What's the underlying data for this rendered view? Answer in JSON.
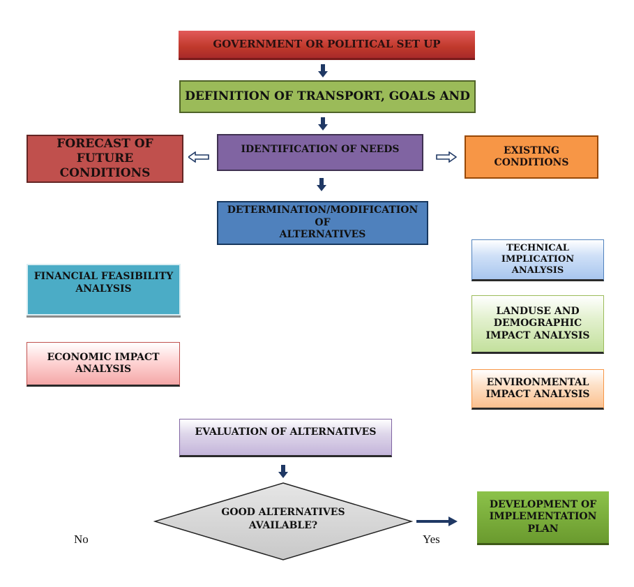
{
  "nodes": {
    "government": {
      "lines": [
        "GOVERNMENT OR POLITICAL SET UP"
      ]
    },
    "definition": {
      "lines": [
        "DEFINITION OF TRANSPORT, GOALS AND"
      ]
    },
    "identification": {
      "lines": [
        "IDENTIFICATION OF NEEDS"
      ]
    },
    "forecast": {
      "lines": [
        "FORECAST OF FUTURE",
        "CONDITIONS"
      ]
    },
    "existing": {
      "lines": [
        "EXISTING CONDITIONS"
      ]
    },
    "determination": {
      "lines": [
        "DETERMINATION/MODIFICATION OF",
        "ALTERNATIVES"
      ]
    },
    "financial": {
      "lines": [
        "FINANCIAL FEASIBILITY",
        "ANALYSIS"
      ]
    },
    "economic": {
      "lines": [
        "ECONOMIC IMPACT",
        "ANALYSIS"
      ]
    },
    "technical": {
      "lines": [
        "TECHNICAL IMPLICATION",
        "ANALYSIS"
      ]
    },
    "landuse": {
      "lines": [
        "LANDUSE AND",
        "DEMOGRAPHIC",
        "IMPACT ANALYSIS"
      ]
    },
    "environmental": {
      "lines": [
        "ENVIRONMENTAL",
        "IMPACT ANALYSIS"
      ]
    },
    "evaluation": {
      "lines": [
        "EVALUATION OF ALTERNATIVES"
      ]
    },
    "decision": {
      "lines": [
        "GOOD ALTERNATIVES",
        "AVAILABLE?"
      ]
    },
    "development": {
      "lines": [
        "DEVELOPMENT OF",
        "IMPLEMENTATION",
        "PLAN"
      ]
    }
  },
  "labels": {
    "no": "No",
    "yes": "Yes"
  },
  "colors": {
    "government": "#c0392b",
    "definition": "#9bbb59",
    "identification": "#8064a2",
    "forecast": "#c0504d",
    "existing": "#f79646",
    "determination": "#4f81bd",
    "financial": "#4bacc6",
    "decision": "#d9d9d9",
    "development": "#76a83a",
    "arrow": "#1f3864"
  }
}
